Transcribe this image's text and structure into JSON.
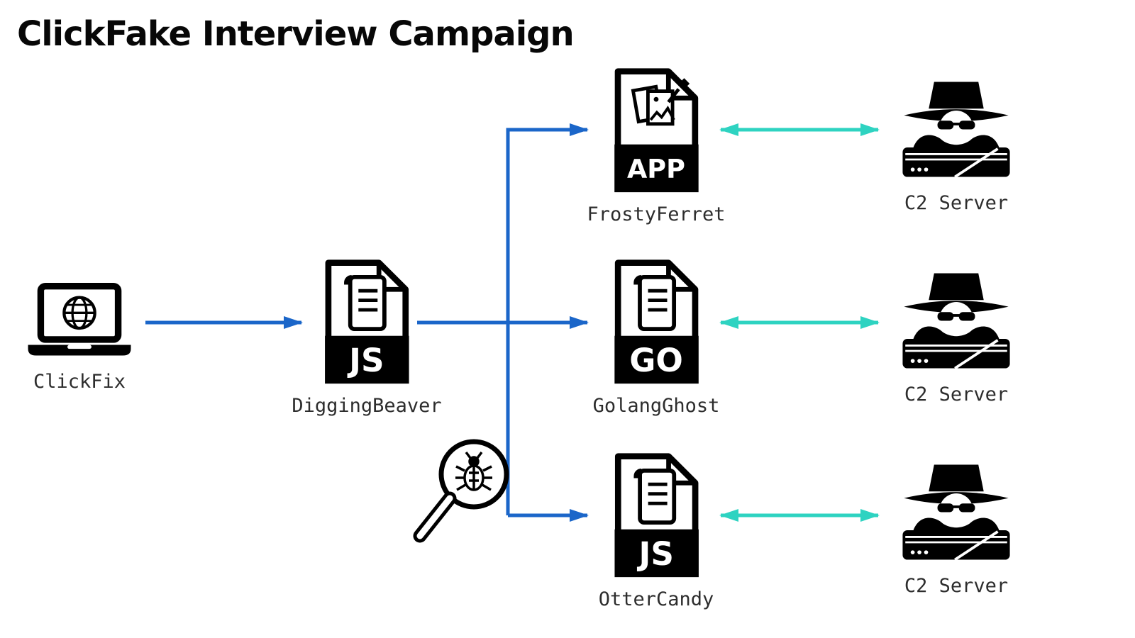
{
  "title": "ClickFake Interview Campaign",
  "nodes": {
    "clickfix": {
      "label": "ClickFix"
    },
    "diggingbeaver": {
      "label": "DiggingBeaver",
      "badge": "JS"
    },
    "frostyferret": {
      "label": "FrostyFerret",
      "badge": "APP"
    },
    "golangghost": {
      "label": "GolangGhost",
      "badge": "GO"
    },
    "ottercandy": {
      "label": "OtterCandy",
      "badge": "JS"
    },
    "c2_top": {
      "label": "C2 Server"
    },
    "c2_middle": {
      "label": "C2 Server"
    },
    "c2_bottom": {
      "label": "C2 Server"
    }
  },
  "icons": {
    "clickfix": "laptop-globe-icon",
    "payload_files": "file-document-icon",
    "analysis": "magnifier-bug-icon",
    "c2": "spy-server-icon"
  },
  "colors": {
    "delivery_arrow": "#1b66c9",
    "c2_arrow": "#2ed3c1",
    "icon": "#000000",
    "background": "#ffffff",
    "label_text": "#2d2d2d"
  }
}
